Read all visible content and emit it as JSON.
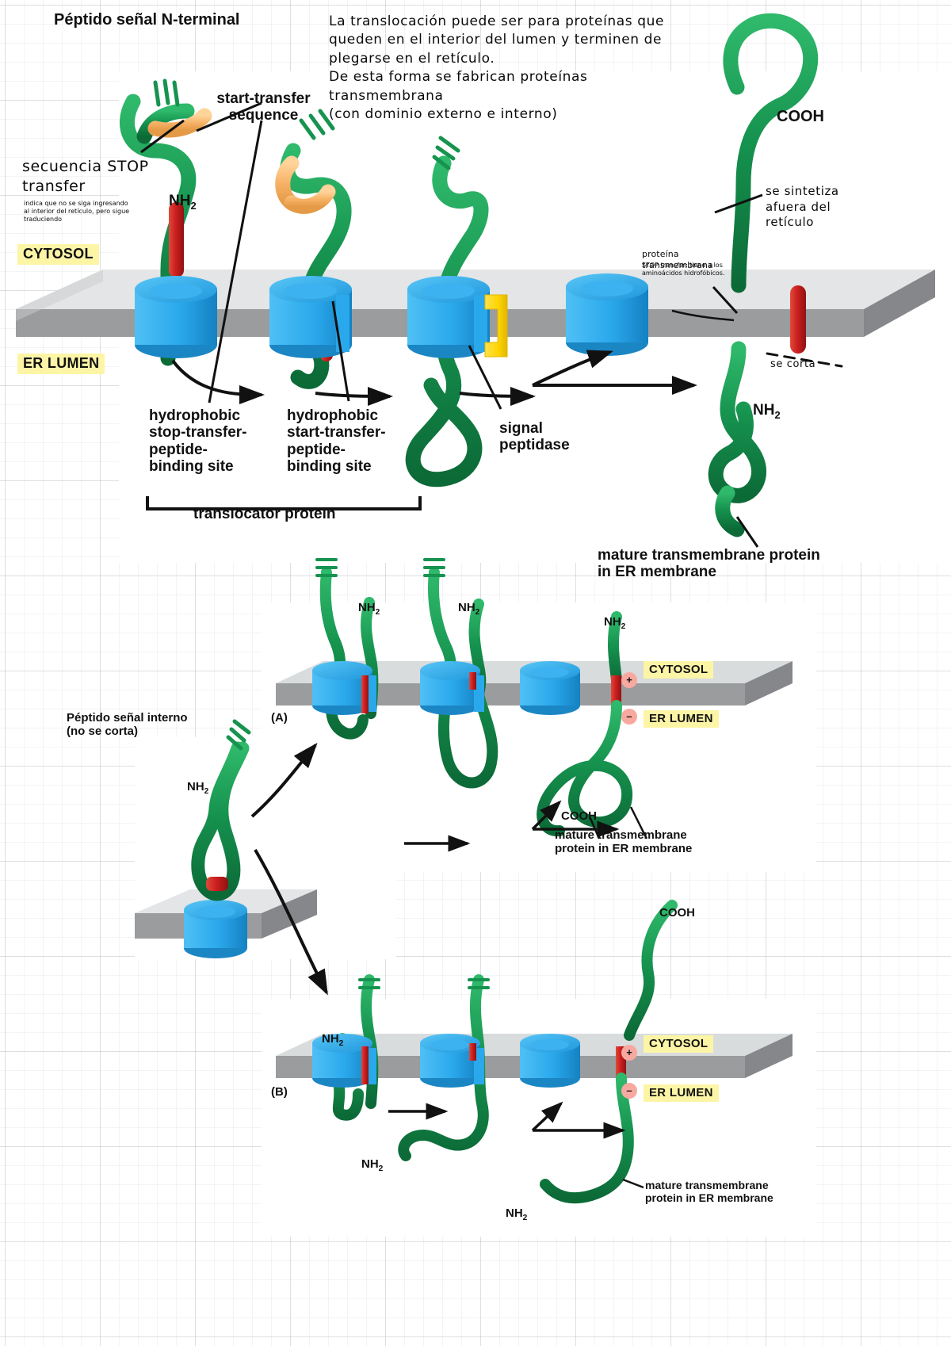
{
  "title_top_left": "Péptido señal N-terminal",
  "handwritten": {
    "note_top_right": "La translocación puede ser para proteínas que\nqueden en el interior del lumen y terminen de\nplegarse en el retículo.\nDe esta forma se fabrican proteínas transmembrana\n(con dominio externo e interno)",
    "stop_transfer_title": "secuencia STOP\n      transfer",
    "stop_transfer_detail": "indica que no se siga ingresando\nal interior del retículo, pero sigue\ntraduciendo",
    "se_sintetiza": "se sintetiza\nafuera del\nretículo",
    "proteina_transmembrana_title": "proteína transmembrana",
    "proteina_transmembrana_detail": "STOP transfer: tiene a los\naminoácidos hidrofóbicos.",
    "se_corta": "se corta"
  },
  "top_panel": {
    "start_transfer_label": "start-transfer\nsequence",
    "nh2": "NH",
    "nh2_sub": "2",
    "cooh": "COOH",
    "cytosol": "CYTOSOL",
    "er_lumen": "ER LUMEN",
    "hydrophobic_stop_site": "hydrophobic\nstop-transfer-\npeptide-\nbinding site",
    "hydrophobic_start_site": "hydrophobic\nstart-transfer-\npeptide-\nbinding site",
    "signal_peptidase": "signal\npeptidase",
    "translocator_protein": "translocator protein",
    "mature_protein": "mature transmembrane protein\nin ER membrane"
  },
  "bottom_panel": {
    "internal_signal_label": "Péptido señal interno\n(no se corta)",
    "panel_a_tag": "(A)",
    "panel_b_tag": "(B)",
    "cytosol": "CYTOSOL",
    "er_lumen": "ER LUMEN",
    "charge_plus": "+",
    "charge_minus": "–",
    "nh2": "NH",
    "nh2_sub": "2",
    "cooh": "COOH",
    "mature_protein_a": "mature transmembrane\nprotein in ER membrane",
    "mature_protein_b": "mature transmembrane\nprotein in ER membrane"
  },
  "colors": {
    "chain_green": "#16934f",
    "chain_green_dark": "#0f7a3f",
    "signal_orange": "#f7b267",
    "stop_red": "#cc1f1f",
    "translocator_blue": "#2aa8ec",
    "translocator_blue_dark": "#1d8fd1",
    "peptidase_yellow": "#ffd400",
    "membrane_top": "#d9dcdd",
    "membrane_core": "#9a9c9e",
    "highlight_yellow": "#fdf5a6",
    "plus_badge": "#f7a9a0"
  }
}
